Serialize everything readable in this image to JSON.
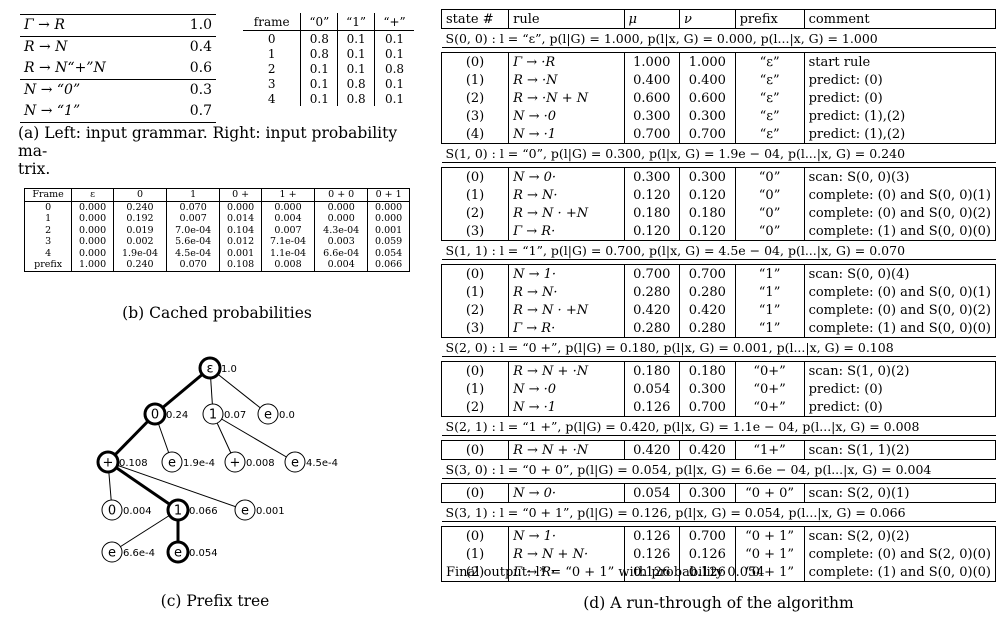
{
  "grammar": {
    "rules": [
      {
        "rule": "Γ → R",
        "prob": "1.0"
      },
      {
        "rule": "R → N",
        "prob": "0.4"
      },
      {
        "rule": "R → N“+”N",
        "prob": "0.6"
      },
      {
        "rule": "N → “0”",
        "prob": "0.3"
      },
      {
        "rule": "N → “1”",
        "prob": "0.7"
      }
    ]
  },
  "matrix": {
    "headers": [
      "frame",
      "“0”",
      "“1”",
      "“+”"
    ],
    "rows": [
      [
        "0",
        "0.8",
        "0.1",
        "0.1"
      ],
      [
        "1",
        "0.8",
        "0.1",
        "0.1"
      ],
      [
        "2",
        "0.1",
        "0.1",
        "0.8"
      ],
      [
        "3",
        "0.1",
        "0.8",
        "0.1"
      ],
      [
        "4",
        "0.1",
        "0.8",
        "0.1"
      ]
    ]
  },
  "caption_a": "(a) Left: input grammar. Right: input probability matrix.",
  "caption_a_line1": "(a) Left: input grammar. Right: input probability ma-",
  "caption_a_line2": "trix.",
  "cached": {
    "headers": [
      "Frame",
      "ε",
      "0",
      "1",
      "0 +",
      "1 +",
      "0 + 0",
      "0 + 1"
    ],
    "rows": [
      [
        "0",
        "0.000",
        "0.240",
        "0.070",
        "0.000",
        "0.000",
        "0.000",
        "0.000"
      ],
      [
        "1",
        "0.000",
        "0.192",
        "0.007",
        "0.014",
        "0.004",
        "0.000",
        "0.000"
      ],
      [
        "2",
        "0.000",
        "0.019",
        "7.0e-04",
        "0.104",
        "0.007",
        "4.3e-04",
        "0.001"
      ],
      [
        "3",
        "0.000",
        "0.002",
        "5.6e-04",
        "0.012",
        "7.1e-04",
        "0.003",
        "0.059"
      ],
      [
        "4",
        "0.000",
        "1.9e-04",
        "4.5e-04",
        "0.001",
        "1.1e-04",
        "6.6e-04",
        "0.054"
      ],
      [
        "prefix",
        "1.000",
        "0.240",
        "0.070",
        "0.108",
        "0.008",
        "0.004",
        "0.066"
      ]
    ]
  },
  "caption_b": "(b) Cached probabilities",
  "tree": {
    "nodes": [
      {
        "label": "ε",
        "value": "1.0",
        "bold": true
      },
      {
        "label": "0",
        "value": "0.24",
        "bold": true
      },
      {
        "label": "1",
        "value": "0.07",
        "bold": false
      },
      {
        "label": "e",
        "value": "0.0",
        "bold": false
      },
      {
        "label": "+",
        "value": "0.108",
        "bold": true
      },
      {
        "label": "e",
        "value": "1.9e-4",
        "bold": false
      },
      {
        "label": "+",
        "value": "0.008",
        "bold": false
      },
      {
        "label": "e",
        "value": "4.5e-4",
        "bold": false
      },
      {
        "label": "0",
        "value": "0.004",
        "bold": false
      },
      {
        "label": "1",
        "value": "0.066",
        "bold": true
      },
      {
        "label": "e",
        "value": "0.001",
        "bold": false
      },
      {
        "label": "e",
        "value": "6.6e-4",
        "bold": false
      },
      {
        "label": "e",
        "value": "0.054",
        "bold": true
      }
    ]
  },
  "caption_c": "(c) Prefix tree",
  "run": {
    "headers": [
      "state #",
      "rule",
      "μ",
      "ν",
      "prefix",
      "comment"
    ],
    "states": [
      {
        "title": "S(0, 0) : l = “ε”, p(l|G) = 1.000, p(l|x, G) = 0.000, p(l...|x, G) = 1.000",
        "rows": [
          [
            "(0)",
            "Γ → ·R",
            "1.000",
            "1.000",
            "“ε”",
            "start rule"
          ],
          [
            "(1)",
            "R → ·N",
            "0.400",
            "0.400",
            "“ε”",
            "predict: (0)"
          ],
          [
            "(2)",
            "R → ·N + N",
            "0.600",
            "0.600",
            "“ε”",
            "predict: (0)"
          ],
          [
            "(3)",
            "N → ·0",
            "0.300",
            "0.300",
            "“ε”",
            "predict: (1),(2)"
          ],
          [
            "(4)",
            "N → ·1",
            "0.700",
            "0.700",
            "“ε”",
            "predict: (1),(2)"
          ]
        ]
      },
      {
        "title": "S(1, 0) : l = “0”, p(l|G) = 0.300, p(l|x, G) = 1.9e − 04, p(l...|x, G) = 0.240",
        "rows": [
          [
            "(0)",
            "N → 0·",
            "0.300",
            "0.300",
            "“0”",
            "scan: S(0, 0)(3)"
          ],
          [
            "(1)",
            "R → N·",
            "0.120",
            "0.120",
            "“0”",
            "complete: (0) and S(0, 0)(1)"
          ],
          [
            "(2)",
            "R → N · +N",
            "0.180",
            "0.180",
            "“0”",
            "complete: (0) and S(0, 0)(2)"
          ],
          [
            "(3)",
            "Γ → R·",
            "0.120",
            "0.120",
            "“0”",
            "complete: (1) and S(0, 0)(0)"
          ]
        ]
      },
      {
        "title": "S(1, 1) : l = “1”, p(l|G) = 0.700, p(l|x, G) = 4.5e − 04, p(l...|x, G) = 0.070",
        "rows": [
          [
            "(0)",
            "N → 1·",
            "0.700",
            "0.700",
            "“1”",
            "scan: S(0, 0)(4)"
          ],
          [
            "(1)",
            "R → N·",
            "0.280",
            "0.280",
            "“1”",
            "complete: (0) and S(0, 0)(1)"
          ],
          [
            "(2)",
            "R → N · +N",
            "0.420",
            "0.420",
            "“1”",
            "complete: (0) and S(0, 0)(2)"
          ],
          [
            "(3)",
            "Γ → R·",
            "0.280",
            "0.280",
            "“1”",
            "complete: (1) and S(0, 0)(0)"
          ]
        ]
      },
      {
        "title": "S(2, 0) : l = “0 +”, p(l|G) = 0.180, p(l|x, G) = 0.001, p(l...|x, G) = 0.108",
        "rows": [
          [
            "(0)",
            "R → N + ·N",
            "0.180",
            "0.180",
            "“0+”",
            "scan: S(1, 0)(2)"
          ],
          [
            "(1)",
            "N → ·0",
            "0.054",
            "0.300",
            "“0+”",
            "predict: (0)"
          ],
          [
            "(2)",
            "N → ·1",
            "0.126",
            "0.700",
            "“0+”",
            "predict: (0)"
          ]
        ]
      },
      {
        "title": "S(2, 1) : l = “1 +”, p(l|G) = 0.420, p(l|x, G) = 1.1e − 04, p(l...|x, G) = 0.008",
        "rows": [
          [
            "(0)",
            "R → N + ·N",
            "0.420",
            "0.420",
            "“1+”",
            "scan: S(1, 1)(2)"
          ]
        ]
      },
      {
        "title": "S(3, 0) : l = “0 + 0”, p(l|G) = 0.054, p(l|x, G) = 6.6e − 04, p(l...|x, G) = 0.004",
        "rows": [
          [
            "(0)",
            "N → 0·",
            "0.054",
            "0.300",
            "“0 + 0”",
            "scan: S(2, 0)(1)"
          ]
        ]
      },
      {
        "title": "S(3, 1) : l = “0 + 1”, p(l|G) = 0.126, p(l|x, G) = 0.054, p(l...|x, G) = 0.066",
        "rows": [
          [
            "(0)",
            "N → 1·",
            "0.126",
            "0.700",
            "“0 + 1”",
            "scan: S(2, 0)(2)"
          ],
          [
            "(1)",
            "R → N + N·",
            "0.126",
            "0.126",
            "“0 + 1”",
            "complete: (0) and S(2, 0)(0)"
          ],
          [
            "(2)",
            "Γ → R·",
            "0.126",
            "0.126",
            "“0 + 1”",
            "complete: (1) and S(0, 0)(0)"
          ]
        ]
      }
    ],
    "final_output": "Final output: l* = “0 + 1” with probability 0.054"
  },
  "caption_d": "(d) A run-through of the algorithm"
}
